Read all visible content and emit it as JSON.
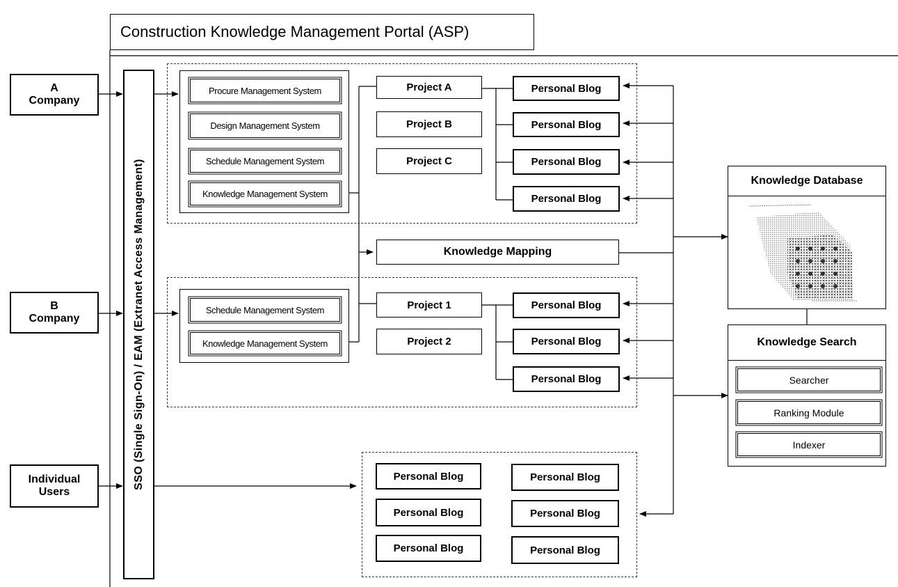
{
  "title": "Construction Knowledge Management Portal (ASP)",
  "actors": {
    "a_company": {
      "line1": "A",
      "line2": "Company"
    },
    "b_company": {
      "line1": "B",
      "line2": "Company"
    },
    "individual": {
      "line1": "Individual",
      "line2": "Users"
    }
  },
  "sso_label": "SSO (Single Sign-On) / EAM (Extranet Access Management)",
  "group_a": {
    "systems": [
      "Procure Management System",
      "Design Management System",
      "Schedule Management System",
      "Knowledge Management System"
    ],
    "projects": [
      "Project A",
      "Project B",
      "Project C"
    ],
    "blogs": [
      "Personal Blog",
      "Personal Blog",
      "Personal Blog",
      "Personal Blog"
    ]
  },
  "knowledge_mapping": "Knowledge Mapping",
  "group_b": {
    "systems": [
      "Schedule Management System",
      "Knowledge Management System"
    ],
    "projects": [
      "Project 1",
      "Project 2"
    ],
    "blogs": [
      "Personal Blog",
      "Personal Blog",
      "Personal Blog"
    ]
  },
  "individual_blogs": [
    "Personal Blog",
    "Personal Blog",
    "Personal Blog",
    "Personal Blog",
    "Personal Blog",
    "Personal Blog"
  ],
  "knowledge_database": {
    "title": "Knowledge Database"
  },
  "knowledge_search": {
    "title": "Knowledge Search",
    "modules": [
      "Searcher",
      "Ranking Module",
      "Indexer"
    ]
  }
}
